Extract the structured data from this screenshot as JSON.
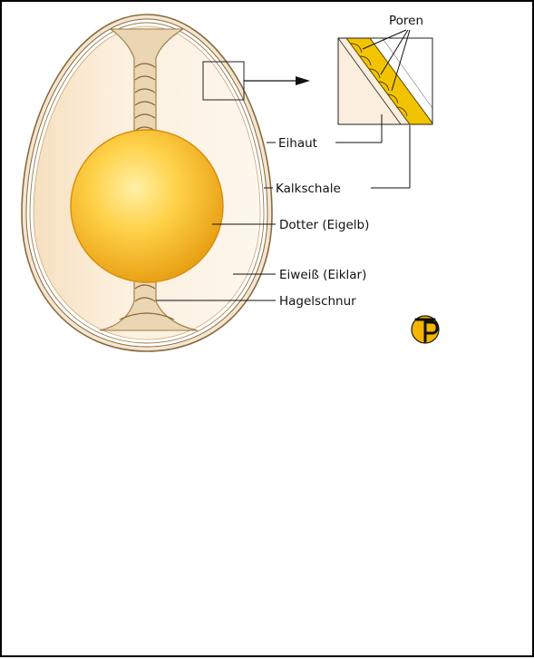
{
  "labels": {
    "poren": "Poren",
    "eihaut": "Eihaut",
    "kalkschale": "Kalkschale",
    "dotter": "Dotter (Eigelb)",
    "eiweiss": "Eiweiß (Eiklar)",
    "hagelschnur": "Hagelschnur"
  },
  "logo": {
    "name": "publisher-logo",
    "letters": "TP"
  },
  "colors": {
    "shell_outer": "#f4e9d8",
    "albumen": "#fbefdc",
    "yolk_edge": "#e9a51a",
    "yolk_center": "#ffe27a",
    "chalaza": "#e7d2ad",
    "pores": "#f2c400",
    "logo": "#f4b400"
  }
}
